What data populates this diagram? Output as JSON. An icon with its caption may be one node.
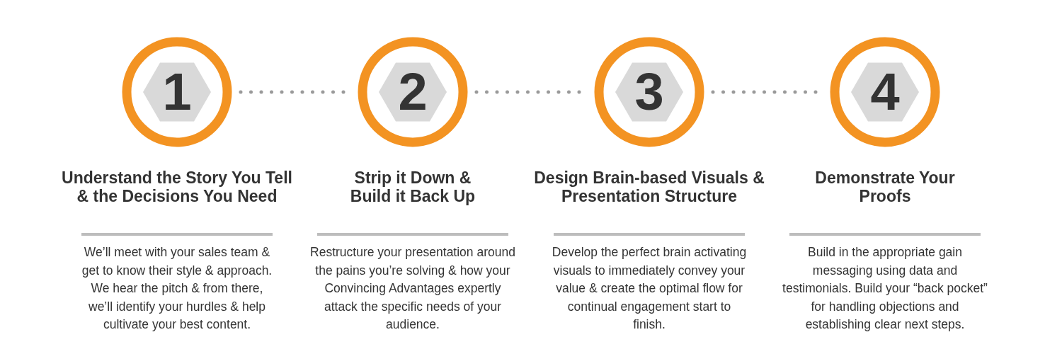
{
  "diagram": {
    "nodes": [
      {
        "text": [
          "1"
        ],
        "beside": [
          "Understand the Story You Tell & the Decisions You Need",
          "We’ll meet with your sales team & get to know their style & approach. We hear the pitch & from there, we’ll identify your hurdles & help cultivate your best content."
        ]
      },
      {
        "text": [
          "2"
        ],
        "beside": [
          "Strip it Down & Build it Back Up",
          "Restructure your presentation around the pains you’re solving & how your Convincing Advantages expertly attack the specific needs of your audience."
        ]
      },
      {
        "text": [
          "3"
        ],
        "beside": [
          "Design Brain-based Visuals & Presentation Structure",
          "Develop the perfect brain activating visuals to immediately convey your value & create the optimal flow for continual engagement start to finish."
        ]
      },
      {
        "text": [
          "4"
        ],
        "beside": [
          "Demonstrate Your Proofs",
          "Build in the appropriate gain messaging using data and testimonials. Build your “back pocket” for handling objections and establishing clear next steps."
        ]
      }
    ],
    "edges": [
      {
        "from": 0,
        "to": 1,
        "arrow": "none"
      },
      {
        "from": 1,
        "to": 2,
        "arrow": "none"
      },
      {
        "from": 2,
        "to": 3,
        "arrow": "none"
      }
    ]
  }
}
